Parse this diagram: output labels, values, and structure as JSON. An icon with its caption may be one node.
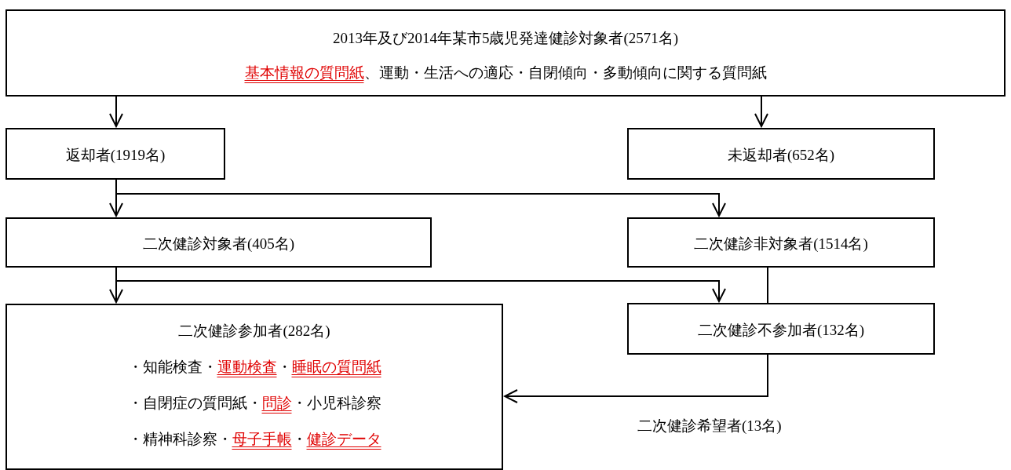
{
  "diagram": {
    "nodes": [
      {
        "text": [
          "2013年及び2014年某市5歳児発達健診対象者(2571名)",
          "*基本情報の質問紙*、運動・生活への適応・自閉傾向・多動傾向に関する質問紙"
        ]
      },
      {
        "text": [
          "返却者(1919名)"
        ]
      },
      {
        "text": [
          "未返却者(652名)"
        ]
      },
      {
        "text": [
          "二次健診対象者(405名)"
        ]
      },
      {
        "text": [
          "二次健診非対象者(1514名)"
        ]
      },
      {
        "text": [
          "二次健診参加者(282名)",
          "・知能検査・*運動検査*・*睡眠の質問紙*",
          "・自閉症の質問紙・*問診*・小児科診察",
          "・精神科診察・*母子手帳*・*健診データ*"
        ]
      },
      {
        "text": [
          "二次健診不参加者(132名)"
        ]
      }
    ],
    "edges": [
      {
        "from": 0,
        "to": 1,
        "arrow": "to"
      },
      {
        "from": 0,
        "to": 2,
        "arrow": "to"
      },
      {
        "from": 1,
        "to": 3,
        "arrow": "to"
      },
      {
        "from": 1,
        "to": 4,
        "arrow": "to"
      },
      {
        "from": 3,
        "to": 5,
        "arrow": "to"
      },
      {
        "from": 3,
        "to": 6,
        "arrow": "to"
      },
      {
        "from": 4,
        "to": 6,
        "arrow": "none"
      },
      {
        "from": 6,
        "to": 5,
        "arrow": "to",
        "label": "二次健診希望者(13名)"
      }
    ]
  }
}
